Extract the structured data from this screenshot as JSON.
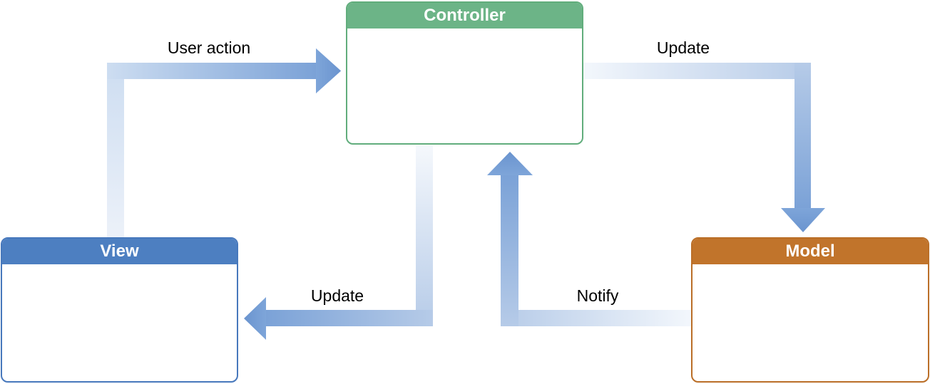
{
  "diagram": {
    "type": "mvc-architecture-flow",
    "background_color": "#ffffff",
    "nodes": [
      {
        "id": "controller",
        "label": "Controller",
        "header_color": "#6cb487",
        "border_color": "#61ad7c",
        "text_color": "#ffffff"
      },
      {
        "id": "view",
        "label": "View",
        "header_color": "#4d7fc1",
        "border_color": "#4778bc",
        "text_color": "#ffffff"
      },
      {
        "id": "model",
        "label": "Model",
        "header_color": "#c1742b",
        "border_color": "#ba6e27",
        "text_color": "#ffffff"
      }
    ],
    "edges": [
      {
        "id": "user-action",
        "label": "User action",
        "from": "view",
        "to": "controller"
      },
      {
        "id": "update-model",
        "label": "Update",
        "from": "controller",
        "to": "model"
      },
      {
        "id": "update-view",
        "label": "Update",
        "from": "controller",
        "to": "view"
      },
      {
        "id": "notify",
        "label": "Notify",
        "from": "model",
        "to": "controller"
      }
    ],
    "arrow_style": {
      "gradient_start_color": "#f3f7fc",
      "gradient_mid_color": "#b6cbe8",
      "gradient_end_color": "#6a94cf",
      "label_color": "#000000"
    }
  }
}
